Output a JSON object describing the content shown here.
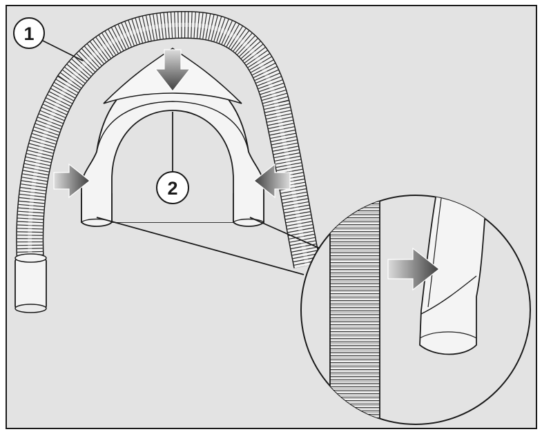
{
  "callouts": [
    {
      "id": "1",
      "label": "1",
      "part": "drain-hose"
    },
    {
      "id": "2",
      "label": "2",
      "part": "hose-guide"
    }
  ],
  "colors": {
    "background": "#e3e3e3",
    "line": "#1a1a1a",
    "part_fill": "#f4f4f4",
    "hose_fill": "#efefef",
    "arrow_light": "#d8d8d8",
    "arrow_dark": "#4a4a4a"
  },
  "icons": {
    "push_arrow": "gradient-arrow-icon",
    "zoom": "magnifier-inset"
  }
}
